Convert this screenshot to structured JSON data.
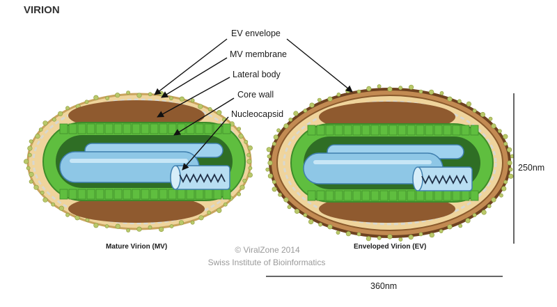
{
  "title": "VIRION",
  "labels": {
    "ev_envelope": "EV envelope",
    "mv_membrane": "MV membrane",
    "lateral_body": "Lateral body",
    "core_wall": "Core wall",
    "nucleocapsid": "Nucleocapsid"
  },
  "captions": {
    "mature_virion": "Mature Virion (MV)",
    "enveloped_virion": "Enveloped Virion (EV)"
  },
  "credit": {
    "copyright": "© ViralZone 2014",
    "institute": "Swiss Institute of Bioinformatics"
  },
  "dimensions": {
    "height": "250nm",
    "width": "360nm"
  },
  "colors": {
    "envelope": "#8a5a2c",
    "membrane_fill": "#efd49c",
    "lateral_body": "#8f5a2f",
    "core_wall": "#5fbe3f",
    "core_wall_dark": "#3e8c2a",
    "core_inner": "#2f6e25",
    "nucleocapsid": "#8ec7e6",
    "nucleocapsid_dark": "#3f7fae",
    "proteins": "#b9c86a"
  }
}
